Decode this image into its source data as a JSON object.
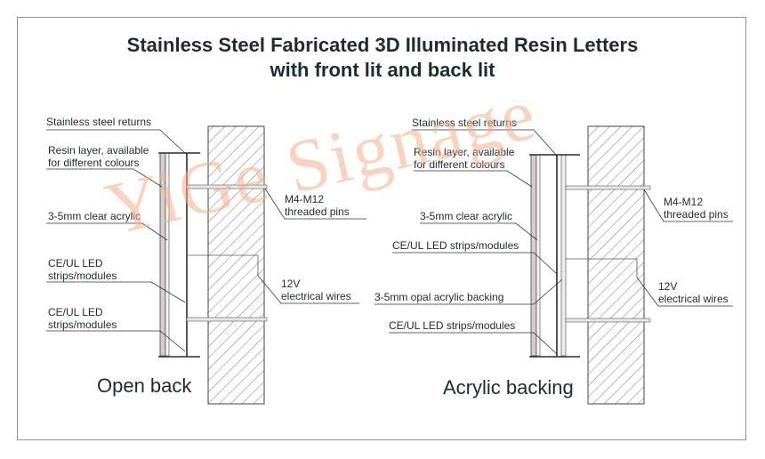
{
  "title": {
    "line1": "Stainless Steel Fabricated 3D Illuminated Resin Letters",
    "line2": "with front lit and back lit"
  },
  "watermark": "YiGe Signage",
  "left": {
    "caption": "Open back",
    "labels": {
      "returns": "Stainless steel returns",
      "resin1": "Resin layer, available",
      "resin2": "for different colours",
      "acrylic": "3-5mm clear acrylic",
      "led1a": "CE/UL LED",
      "led1b": "strips/modules",
      "led2a": "CE/UL LED",
      "led2b": "strips/modules",
      "pins1": "M4-M12",
      "pins2": "threaded pins",
      "wires1": "12V",
      "wires2": "electrical wires"
    }
  },
  "right": {
    "caption": "Acrylic backing",
    "labels": {
      "returns": "Stainless steel returns",
      "resin1": "Resin layer, available",
      "resin2": "for different colours",
      "acrylic": "3-5mm clear acrylic",
      "led1": "CE/UL LED strips/modules",
      "opal": "3-5mm opal acrylic backing",
      "led2": "CE/UL LED strips/modules",
      "pins1": "M4-M12",
      "pins2": "threaded pins",
      "wires1": "12V",
      "wires2": "electrical wires"
    }
  },
  "colors": {
    "line": "#2b2b2b",
    "resin": "#d9cccc",
    "watermark": "#f2b090",
    "border": "#8a8f93"
  }
}
